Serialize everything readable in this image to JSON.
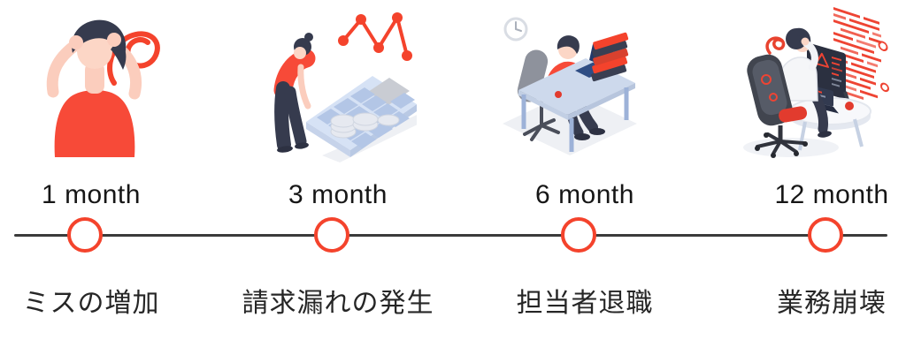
{
  "page": {
    "background": "#ffffff"
  },
  "timeline": {
    "axis_color": "#3b3b3b",
    "marker_color": "#f4432c",
    "accent_red": "#f74a38",
    "stages": [
      {
        "time": "1 month",
        "label": "ミスの増加",
        "illustration": "frustrated-person"
      },
      {
        "time": "3 month",
        "label": "請求漏れの発生",
        "illustration": "calculator-and-coins"
      },
      {
        "time": "6 month",
        "label": "担当者退職",
        "illustration": "employee-at-desk"
      },
      {
        "time": "12 month",
        "label": "業務崩壊",
        "illustration": "overloaded-workstation"
      }
    ]
  }
}
